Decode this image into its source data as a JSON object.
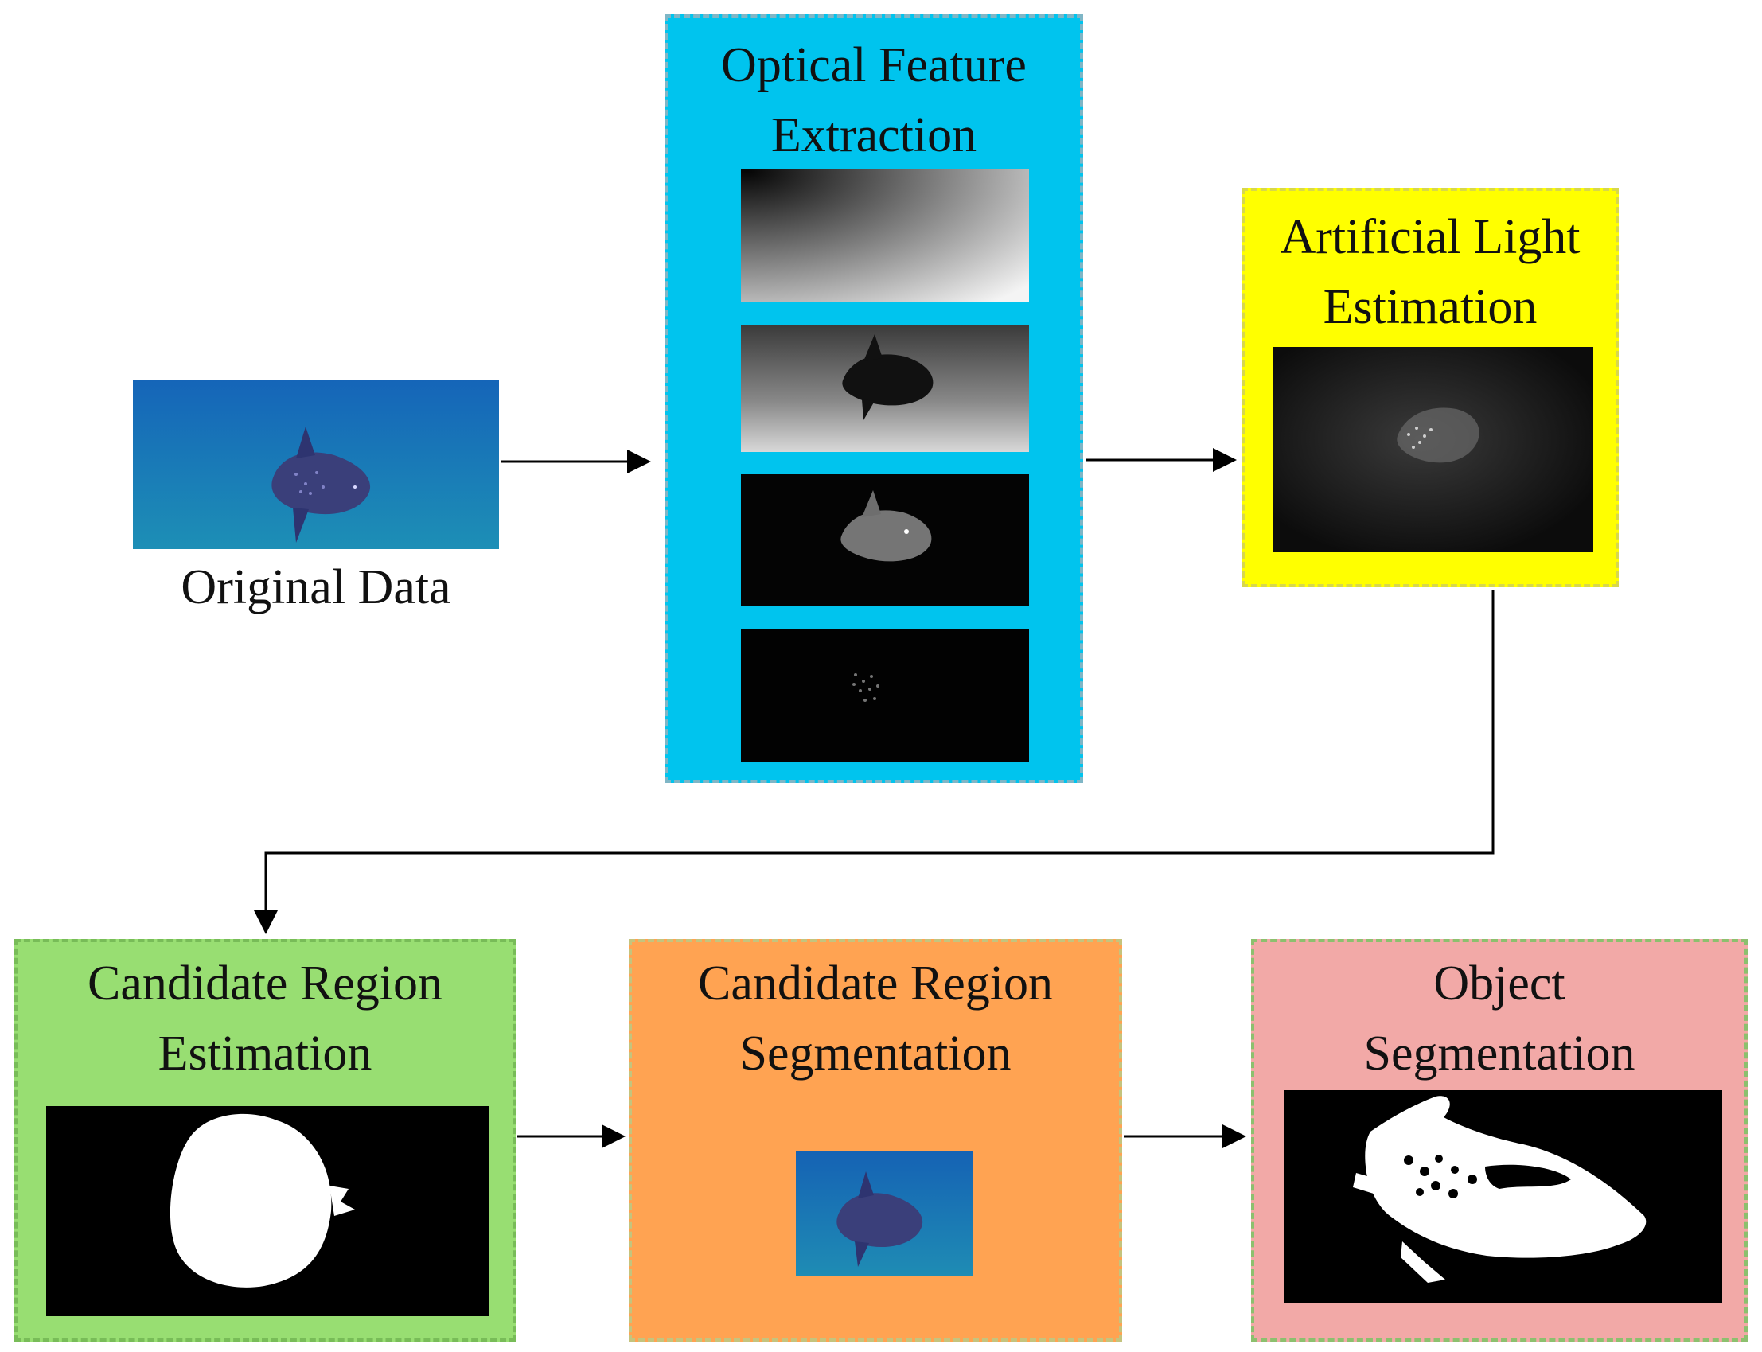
{
  "original": {
    "label": "Original Data"
  },
  "stages": {
    "optical": {
      "title": "Optical Feature\nExtraction",
      "bg": "#00c4ee"
    },
    "artificial": {
      "title": "Artificial Light\nEstimation",
      "bg": "#ffff00"
    },
    "candidate_est": {
      "title": "Candidate Region\nEstimation",
      "bg": "#98de72"
    },
    "candidate_seg": {
      "title": "Candidate Region\nSegmentation",
      "bg": "#ffa352"
    },
    "object_seg": {
      "title": "Object\nSegmentation",
      "bg": "#f2a9a7"
    }
  },
  "colors": {
    "border": "#8cbc6a",
    "arrow": "#000000"
  },
  "icons": [
    "fish-photo",
    "depth-map",
    "feature-map",
    "mask"
  ]
}
